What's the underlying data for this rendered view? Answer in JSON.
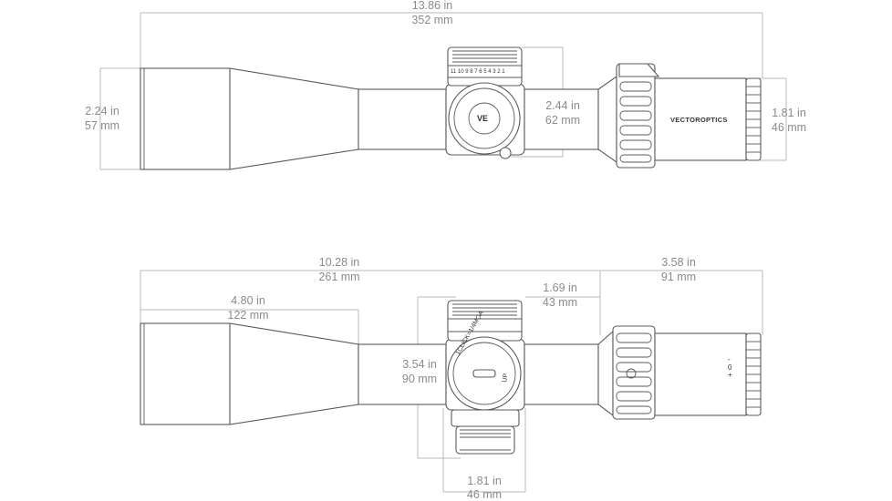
{
  "top_view": {
    "overall_length": {
      "in": "13.86 in",
      "mm": "352 mm"
    },
    "objective_diameter": {
      "in": "2.24 in",
      "mm": "57 mm"
    },
    "turret_height": {
      "in": "2.44  in",
      "mm": "62 mm"
    },
    "eyepiece_diameter": {
      "in": "1.81 in",
      "mm": "46 mm"
    },
    "brand_text": "VECTOROPTICS",
    "turret_scale": [
      "11",
      "10",
      "9",
      "8",
      "7",
      "6",
      "5",
      "4",
      "3",
      "2",
      "1"
    ]
  },
  "side_view": {
    "front_length": {
      "in": "10.28 in",
      "mm": "261 mm"
    },
    "objective_length": {
      "in": "4.80 in",
      "mm": "122  mm"
    },
    "saddle_length": {
      "in": "1.69 in",
      "mm": "43 mm"
    },
    "rear_length": {
      "in": "3.58  in",
      "mm": "91 mm"
    },
    "turret_span": {
      "in": "3.54 in",
      "mm": "90 mm"
    },
    "turret_width": {
      "in": "1.81 in",
      "mm": "46 mm"
    },
    "turret_text": "1CLICK=1/4MOA",
    "turret_up": "UP",
    "diopter_marks": [
      "+",
      "0",
      "-"
    ]
  },
  "colors": {
    "dimension_text": "#8a8a8a",
    "dimension_line": "#b9b9b9",
    "outline": "#5a5a5a"
  }
}
